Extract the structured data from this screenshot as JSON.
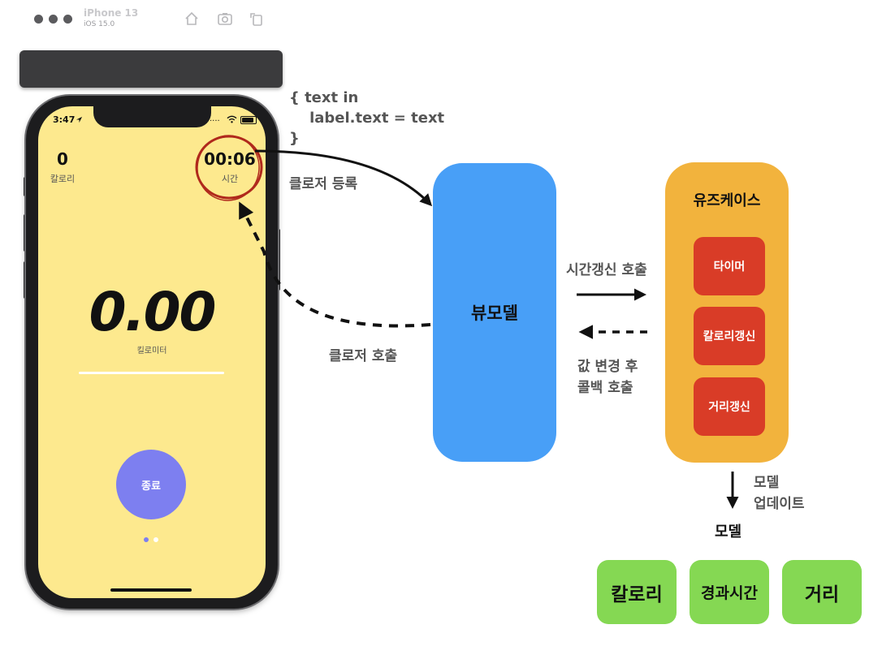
{
  "simulator": {
    "device": "iPhone 13",
    "os": "iOS 15.0"
  },
  "phone": {
    "status_time": "3:47",
    "status_icons": "....",
    "calorie_value": "0",
    "calorie_label": "칼로리",
    "time_value": "00:06",
    "time_label": "시간",
    "distance_value": "0.00",
    "distance_label": "킬로미터",
    "end_button": "종료",
    "page_count": 2,
    "current_page": 1
  },
  "diagram": {
    "closure_code": [
      "{ text in",
      "    label.text = text",
      "}"
    ],
    "closure_register": "클로저 등록",
    "closure_call": "클로저 호출",
    "viewmodel": "뷰모델",
    "time_update_call": "시간갱신 호출",
    "callback_lines": [
      "값 변경 후",
      "콜백 호출"
    ],
    "usecase_title": "유즈케이스",
    "usecase_items": [
      "타이머",
      "칼로리갱신",
      "거리갱신"
    ],
    "model_update_lines": [
      "모델",
      "업데이트"
    ],
    "model_title": "모델",
    "models": [
      "칼로리",
      "경과시간",
      "거리"
    ]
  },
  "colors": {
    "phone_bg": "#fde98e",
    "end_button": "#7d7ff0",
    "viewmodel": "#489ff7",
    "usecase": "#f2b33d",
    "usecase_item": "#d93c27",
    "model": "#85d853",
    "circle_highlight": "#b0291c"
  }
}
